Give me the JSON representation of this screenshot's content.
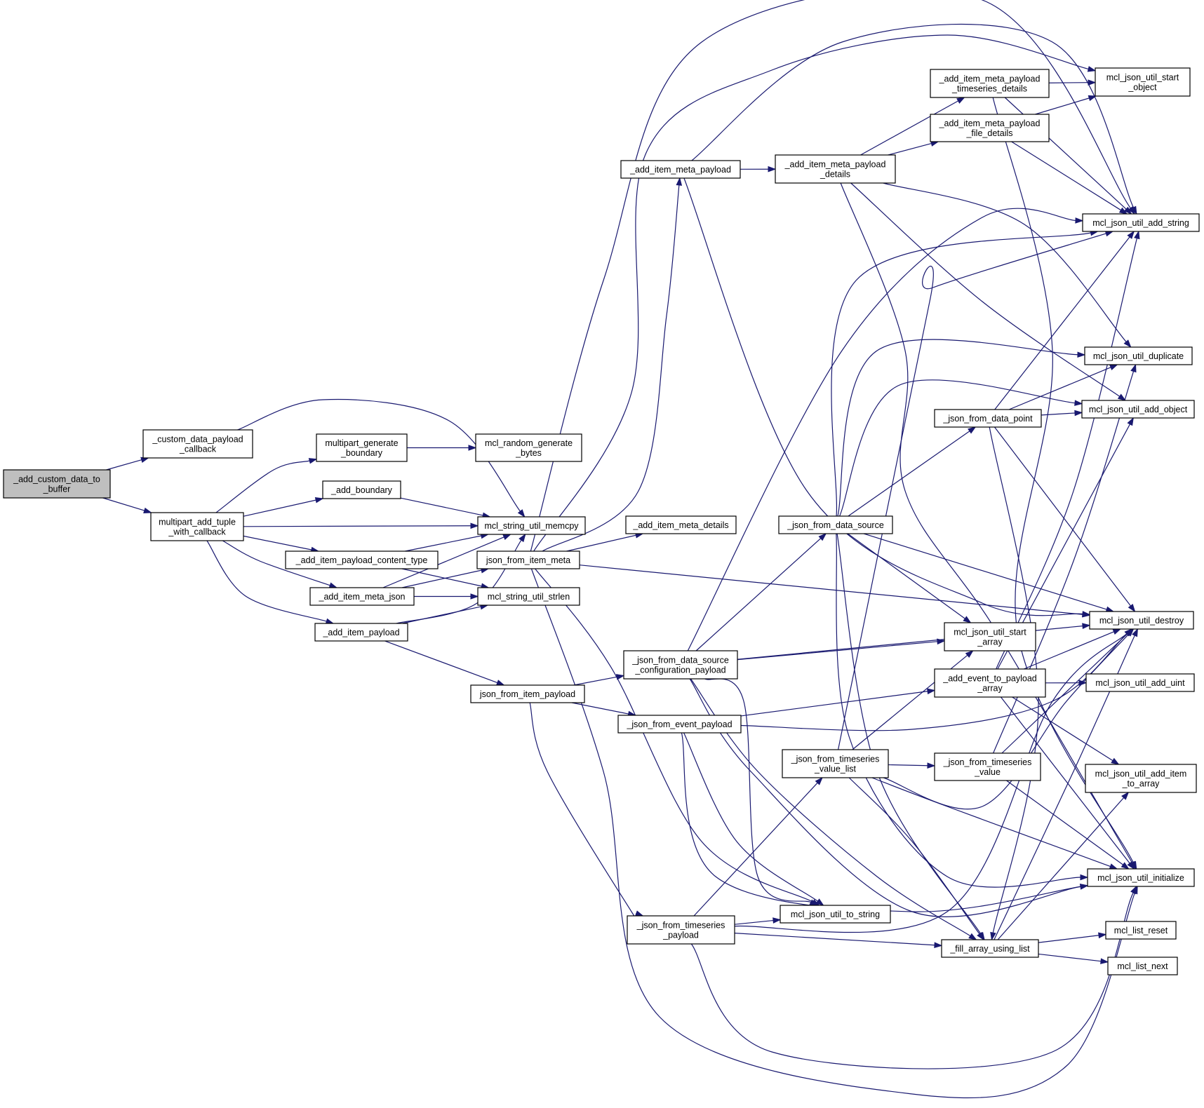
{
  "graph": {
    "colors": {
      "edge": "#191970",
      "node_fill": "#ffffff",
      "root_fill": "#bfbfbf",
      "node_border": "#000000"
    },
    "nodes": [
      {
        "id": "root",
        "label": [
          "_add_custom_data_to",
          "_buffer"
        ],
        "root": true
      },
      {
        "id": "cdp",
        "label": [
          "_custom_data_payload",
          "_callback"
        ]
      },
      {
        "id": "mat",
        "label": [
          "multipart_add_tuple",
          "_with_callback"
        ]
      },
      {
        "id": "mgb",
        "label": [
          "multipart_generate",
          "_boundary"
        ]
      },
      {
        "id": "mrg",
        "label": [
          "mcl_random_generate",
          "_bytes"
        ]
      },
      {
        "id": "ab",
        "label": [
          "_add_boundary"
        ]
      },
      {
        "id": "smem",
        "label": [
          "mcl_string_util_memcpy"
        ]
      },
      {
        "id": "aipct",
        "label": [
          "_add_item_payload_content_type"
        ]
      },
      {
        "id": "aimj",
        "label": [
          "_add_item_meta_json"
        ]
      },
      {
        "id": "aip",
        "label": [
          "_add_item_payload"
        ]
      },
      {
        "id": "jfim",
        "label": [
          "json_from_item_meta"
        ]
      },
      {
        "id": "slen",
        "label": [
          "mcl_string_util_strlen"
        ]
      },
      {
        "id": "aimp",
        "label": [
          "_add_item_meta_payload"
        ]
      },
      {
        "id": "aimd",
        "label": [
          "_add_item_meta_details"
        ]
      },
      {
        "id": "jfip",
        "label": [
          "json_from_item_payload"
        ]
      },
      {
        "id": "jfdscp",
        "label": [
          "_json_from_data_source",
          "_configuration_payload"
        ]
      },
      {
        "id": "jfep",
        "label": [
          "_json_from_event_payload"
        ]
      },
      {
        "id": "jftp",
        "label": [
          "_json_from_timeseries",
          "_payload"
        ]
      },
      {
        "id": "aimpd",
        "label": [
          "_add_item_meta_payload",
          "_details"
        ]
      },
      {
        "id": "aimptd",
        "label": [
          "_add_item_meta_payload",
          "_timeseries_details"
        ]
      },
      {
        "id": "aimpfd",
        "label": [
          "_add_item_meta_payload",
          "_file_details"
        ]
      },
      {
        "id": "jfds",
        "label": [
          "_json_from_data_source"
        ]
      },
      {
        "id": "jftvl",
        "label": [
          "_json_from_timeseries",
          "_value_list"
        ]
      },
      {
        "id": "jtos",
        "label": [
          "mcl_json_util_to_string"
        ]
      },
      {
        "id": "jfdp",
        "label": [
          "_json_from_data_point"
        ]
      },
      {
        "id": "jsa",
        "label": [
          "mcl_json_util_start",
          "_array"
        ]
      },
      {
        "id": "aetpa",
        "label": [
          "_add_event_to_payload",
          "_array"
        ]
      },
      {
        "id": "jftv",
        "label": [
          "_json_from_timeseries",
          "_value"
        ]
      },
      {
        "id": "faul",
        "label": [
          "_fill_array_using_list"
        ]
      },
      {
        "id": "jso",
        "label": [
          "mcl_json_util_start",
          "_object"
        ]
      },
      {
        "id": "jas",
        "label": [
          "mcl_json_util_add_string"
        ]
      },
      {
        "id": "jdup",
        "label": [
          "mcl_json_util_duplicate"
        ]
      },
      {
        "id": "jao",
        "label": [
          "mcl_json_util_add_object"
        ]
      },
      {
        "id": "jdes",
        "label": [
          "mcl_json_util_destroy"
        ]
      },
      {
        "id": "jau",
        "label": [
          "mcl_json_util_add_uint"
        ]
      },
      {
        "id": "jaita",
        "label": [
          "mcl_json_util_add_item",
          "_to_array"
        ]
      },
      {
        "id": "jini",
        "label": [
          "mcl_json_util_initialize"
        ]
      },
      {
        "id": "lreset",
        "label": [
          "mcl_list_reset"
        ]
      },
      {
        "id": "lnext",
        "label": [
          "mcl_list_next"
        ]
      }
    ]
  }
}
